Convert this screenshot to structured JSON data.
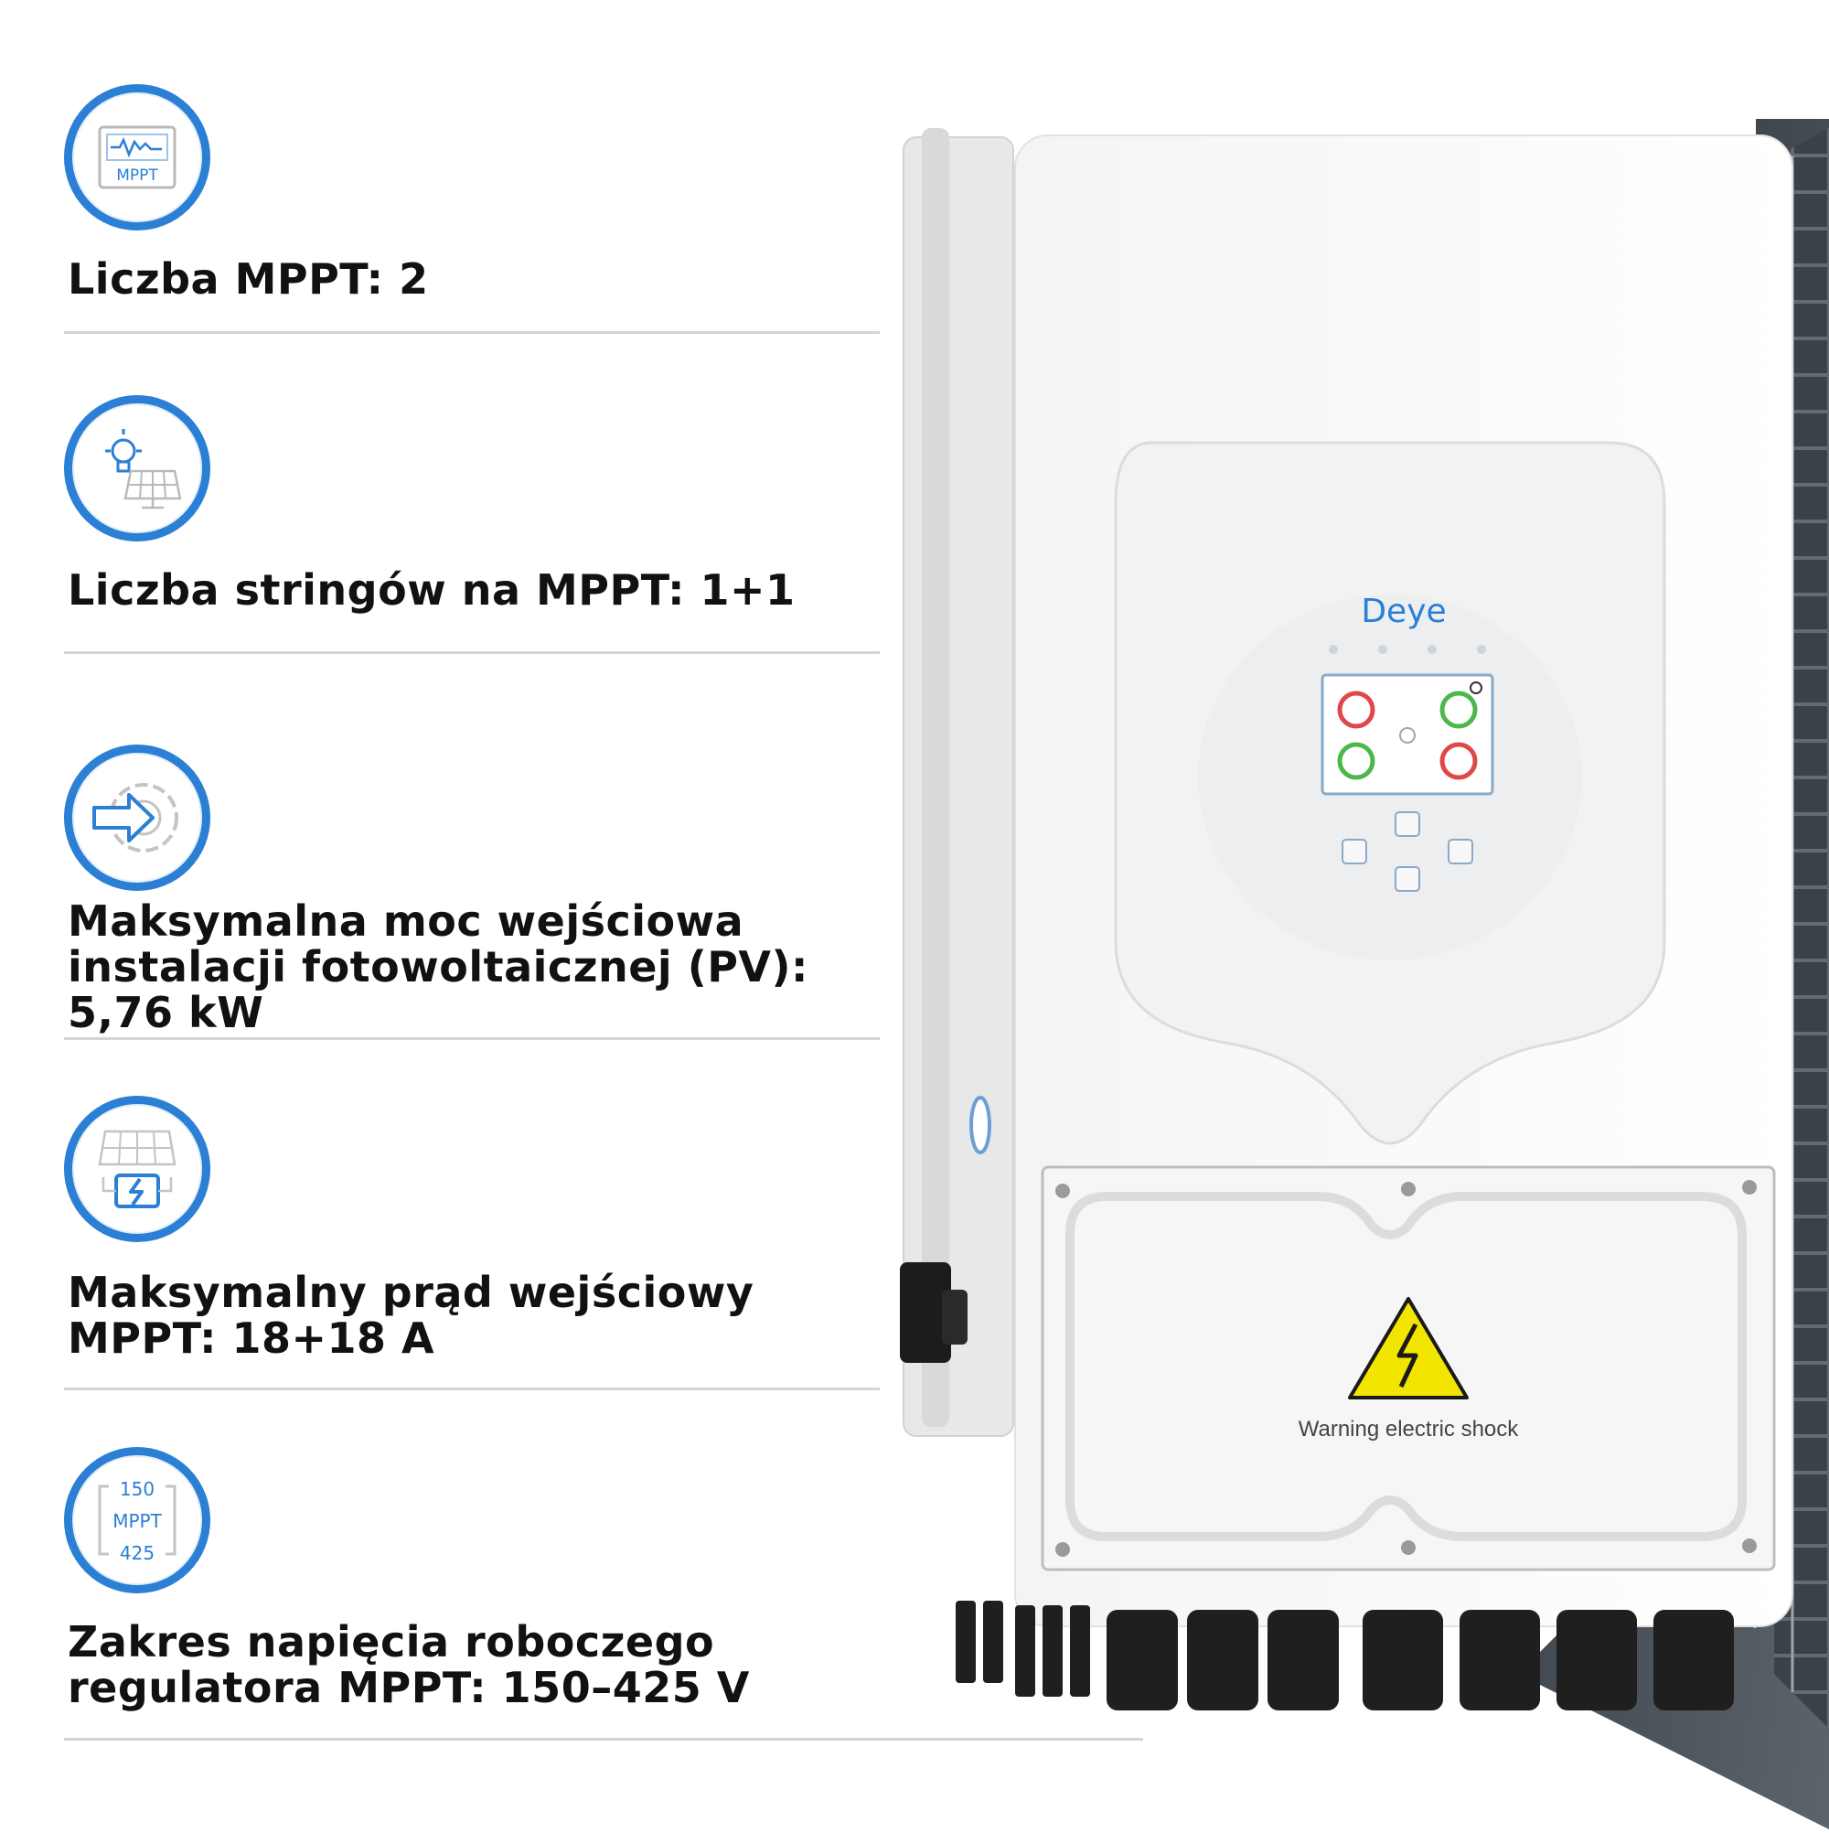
{
  "features": [
    {
      "icon": "mppt-monitor-icon",
      "text": "Liczba MPPT: 2"
    },
    {
      "icon": "bulb-solar-panel-icon",
      "text": "Liczba stringów na MPPT: 1+1"
    },
    {
      "icon": "arrow-gear-icon",
      "text": "Maksymalna moc wejściowa instalacji fotowoltaicznej (PV): 5,76 kW"
    },
    {
      "icon": "solar-panel-battery-icon",
      "text": "Maksymalny prąd wejściowy MPPT: 18+18 A"
    },
    {
      "icon": "voltage-range-icon",
      "text": "Zakres napięcia roboczego regulatora MPPT: 150–425 V"
    }
  ],
  "icon_labels": {
    "mppt": "MPPT",
    "range_min": "150",
    "range_label": "MPPT",
    "range_max": "425"
  },
  "product": {
    "brand": "Deye",
    "warning_label": "Warning electric shock"
  },
  "colors": {
    "accent": "#2b7fd4",
    "text": "#111111",
    "warning_yellow": "#f2e600"
  }
}
